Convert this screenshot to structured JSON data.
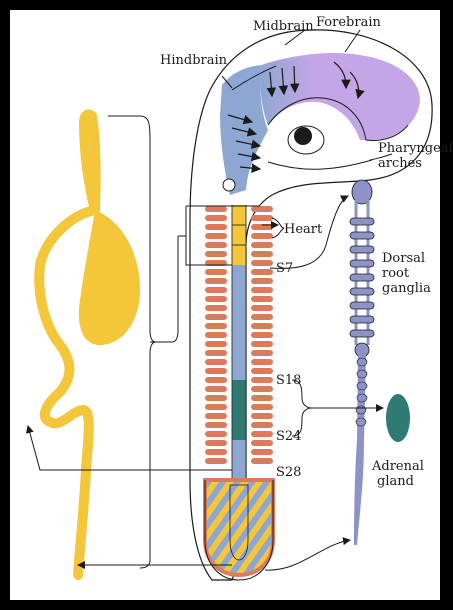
{
  "labels": {
    "midbrain": "Midbrain",
    "forebrain": "Forebrain",
    "hindbrain": "Hindbrain",
    "pharyngeal_1": "Pharyngeal",
    "pharyngeal_2": "arches",
    "heart": "Heart",
    "s7": "S7",
    "dorsal_1": "Dorsal",
    "dorsal_2": "root",
    "dorsal_3": "ganglia",
    "s18": "S18",
    "s24": "S24",
    "adrenal_1": "Adrenal",
    "adrenal_2": "gland",
    "s28": "S28"
  },
  "colors": {
    "frame": "#ffffff",
    "border": "#000000",
    "yellow": "#f4c63a",
    "somite": "#dc7b5c",
    "blue": "#8ea7d2",
    "purple": "#b79bd9",
    "teal": "#2f7b74",
    "ganglia": "#8c93c8",
    "line": "#1a1a1a"
  }
}
